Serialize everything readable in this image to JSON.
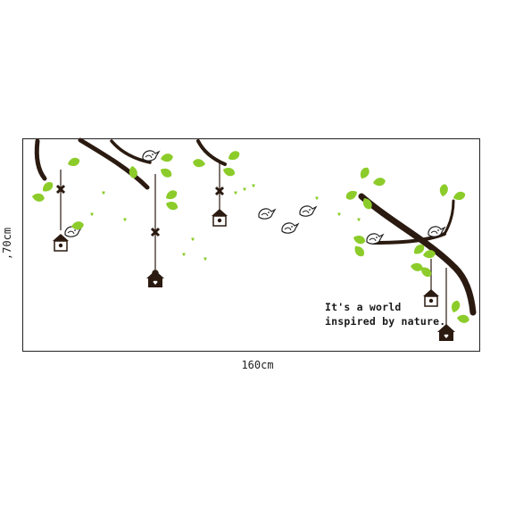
{
  "artwork": {
    "quote_line1": "It's a world",
    "quote_line2": "inspired by nature.",
    "width_label": "160cm",
    "height_label": ",70cm"
  },
  "colors": {
    "branch": "#2b1a10",
    "leaf": "#8ccc2a",
    "leaf_dark": "#6fb61e",
    "outline": "#222222"
  }
}
